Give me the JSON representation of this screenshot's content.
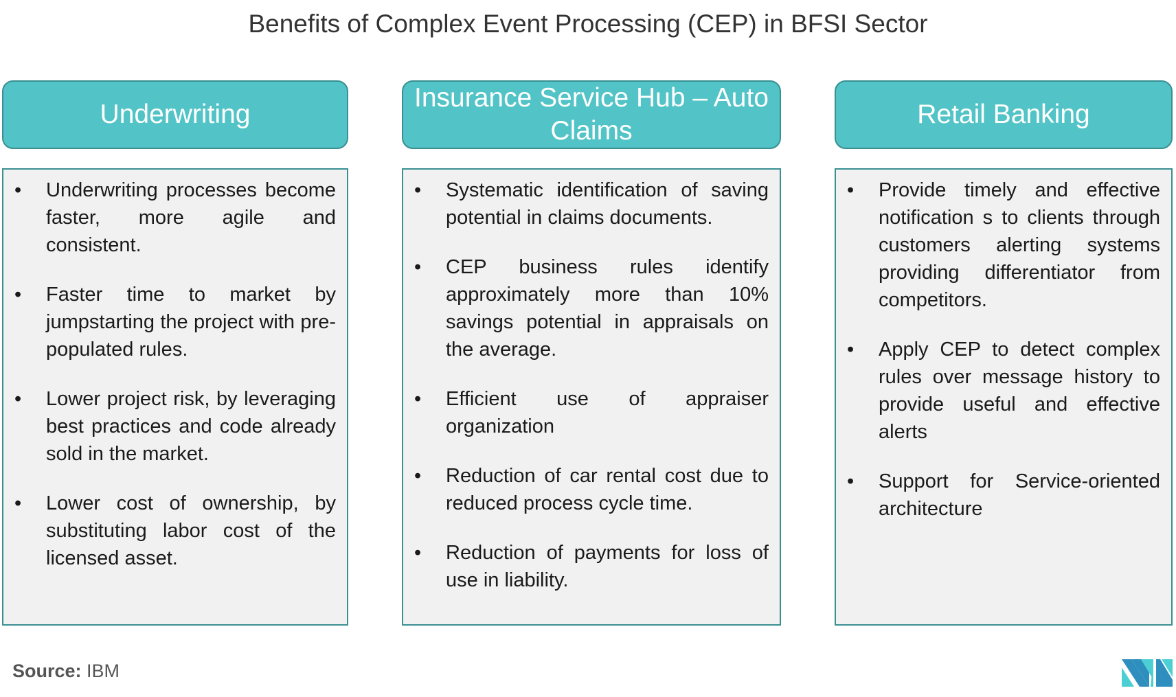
{
  "title": "Benefits of Complex Event Processing (CEP) in BFSI Sector",
  "columns": [
    {
      "heading": "Underwriting",
      "items": [
        "Underwriting processes become faster, more agile and consistent.",
        "Faster time to market by jumpstarting the project with pre-populated rules.",
        "Lower project risk, by leveraging best practices and code already sold in the market.",
        "Lower cost of ownership, by substituting labor cost of the licensed asset."
      ]
    },
    {
      "heading": "Insurance Service Hub – Auto Claims",
      "items": [
        "Systematic identification of saving potential in claims documents.",
        "CEP business rules identify approximately more than 10% savings potential in appraisals on the average.",
        "Efficient use of appraiser organization",
        "Reduction of car rental cost due to reduced process cycle time.",
        "Reduction of payments for loss of use in liability."
      ]
    },
    {
      "heading": "Retail Banking",
      "items": [
        "Provide timely and effective notification s to clients through customers alerting systems providing differentiator from competitors.",
        "Apply CEP to detect complex rules over message history to provide useful and effective alerts",
        "Support for Service-oriented architecture"
      ]
    }
  ],
  "source_label": "Source:",
  "source_value": "IBM",
  "bullet": "•",
  "logo_text": "MN",
  "colors": {
    "header": "#52c3c6",
    "border": "#3a8f92",
    "panel": "#f1f1f1"
  }
}
